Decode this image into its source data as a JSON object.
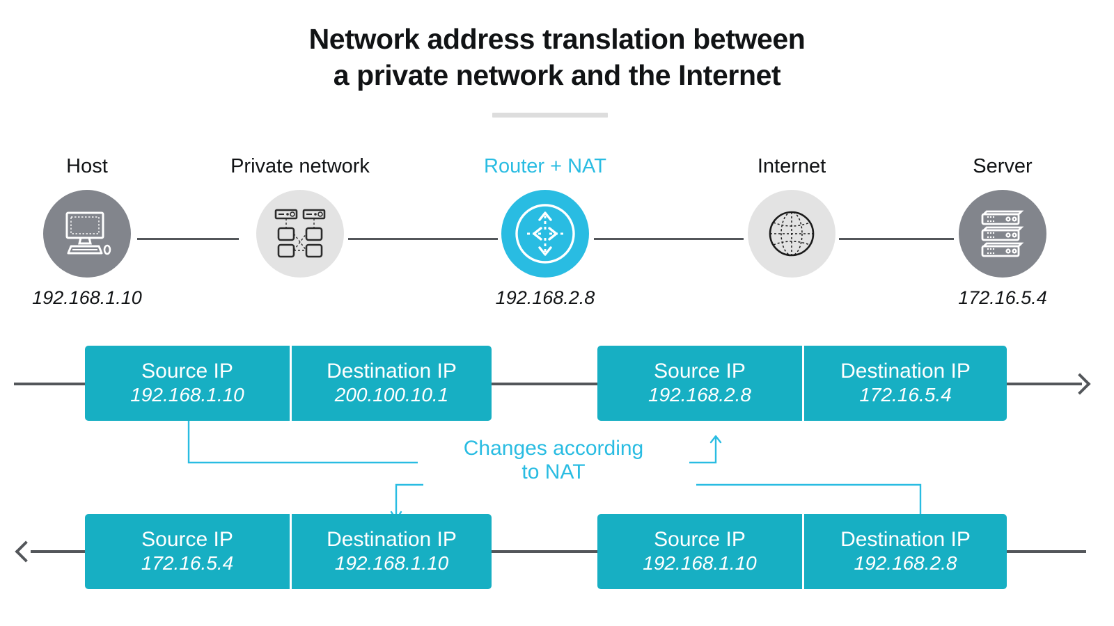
{
  "title": {
    "line1": "Network address translation between",
    "line2": "a private network and the Internet"
  },
  "nodes": [
    {
      "label": "Host",
      "ip": "192.168.1.10",
      "icon": "desktop-computer-icon",
      "circle_color": "#82858c",
      "accent": false
    },
    {
      "label": "Private network",
      "ip": "",
      "icon": "network-topology-icon",
      "circle_color": "#e3e3e3",
      "accent": false
    },
    {
      "label": "Router + NAT",
      "ip": "192.168.2.8",
      "icon": "router-arrows-icon",
      "circle_color": "#29bce2",
      "accent": true
    },
    {
      "label": "Internet",
      "ip": "",
      "icon": "globe-icon",
      "circle_color": "#e3e3e3",
      "accent": false
    },
    {
      "label": "Server",
      "ip": "172.16.5.4",
      "icon": "server-rack-icon",
      "circle_color": "#82858c",
      "accent": false
    }
  ],
  "packets": {
    "outbound_before": {
      "direction": "left-to-right",
      "cells": [
        {
          "title": "Source IP",
          "value": "192.168.1.10"
        },
        {
          "title": "Destination IP",
          "value": "200.100.10.1"
        }
      ]
    },
    "outbound_after": {
      "direction": "left-to-right",
      "cells": [
        {
          "title": "Source IP",
          "value": "192.168.2.8"
        },
        {
          "title": "Destination IP",
          "value": "172.16.5.4"
        }
      ]
    },
    "inbound_after": {
      "direction": "right-to-left",
      "cells": [
        {
          "title": "Source IP",
          "value": "172.16.5.4"
        },
        {
          "title": "Destination IP",
          "value": "192.168.1.10"
        }
      ]
    },
    "inbound_before": {
      "direction": "right-to-left",
      "cells": [
        {
          "title": "Source IP",
          "value": "192.168.1.10"
        },
        {
          "title": "Destination IP",
          "value": "192.168.2.8"
        }
      ]
    }
  },
  "nat_note": {
    "line1": "Changes according",
    "line2": "to NAT"
  },
  "colors": {
    "accent_cyan": "#29bce2",
    "packet_teal": "#17afc3",
    "node_gray": "#82858c",
    "node_light_gray": "#e3e3e3",
    "line_gray": "#53565a",
    "text_dark": "#111315",
    "rule_gray": "#dddddd"
  }
}
